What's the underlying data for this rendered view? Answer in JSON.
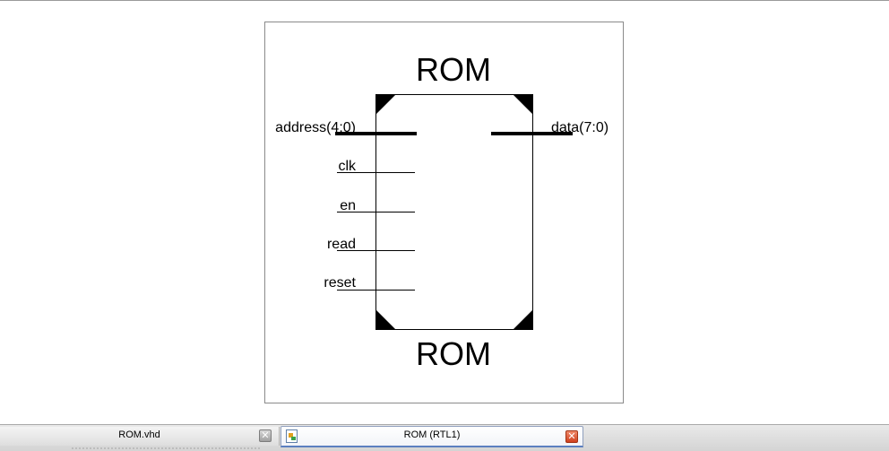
{
  "schematic": {
    "component_title_top": "ROM",
    "component_title_bottom": "ROM",
    "inputs": [
      {
        "label": "address(4:0)",
        "bus": true
      },
      {
        "label": "clk",
        "bus": false
      },
      {
        "label": "en",
        "bus": false
      },
      {
        "label": "read",
        "bus": false
      },
      {
        "label": "reset",
        "bus": false
      }
    ],
    "outputs": [
      {
        "label": "data(7:0)",
        "bus": true
      }
    ]
  },
  "tabs": [
    {
      "label": "ROM.vhd",
      "active": false,
      "close_icon": "close-icon"
    },
    {
      "label": "ROM (RTL1)",
      "active": true,
      "icon": "schematic-file-icon",
      "close_icon": "close-icon"
    }
  ],
  "colors": {
    "close_active": "#d0401e",
    "tab_active_border": "#5b7fc0"
  }
}
